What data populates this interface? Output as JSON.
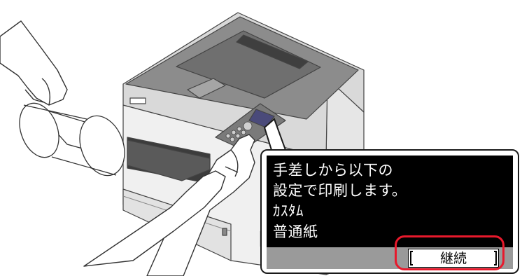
{
  "display": {
    "line1": "手差しから以下の",
    "line2": "設定で印刷します。",
    "line3": "ｶｽﾀﾑ",
    "line4": "普通紙",
    "continue_label": "継続"
  },
  "colors": {
    "highlight": "#e8192c",
    "lcd_background": "#000000",
    "lcd_footer": "#9a9a9a",
    "printer_top": "#8c8c8c"
  }
}
